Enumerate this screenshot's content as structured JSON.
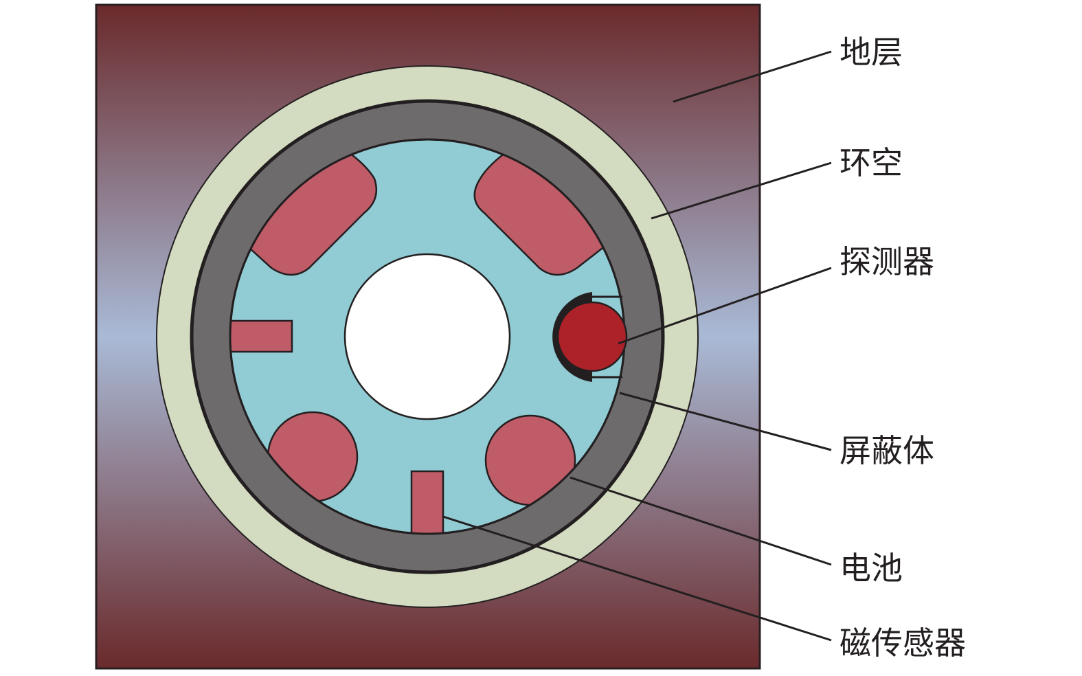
{
  "labels": {
    "formation": "地层",
    "annulus": "环空",
    "detector": "探测器",
    "shield": "屏蔽体",
    "battery": "电池",
    "magnetic_sensor": "磁传感器"
  },
  "colors": {
    "formation_dark": "#6a2a2b",
    "formation_light": "#a9bad6",
    "annulus": "#d3dbc0",
    "shield": "#6d6b6c",
    "tool_body": "#91cbd4",
    "battery": "#bf5c68",
    "detector": "#ad2229"
  }
}
